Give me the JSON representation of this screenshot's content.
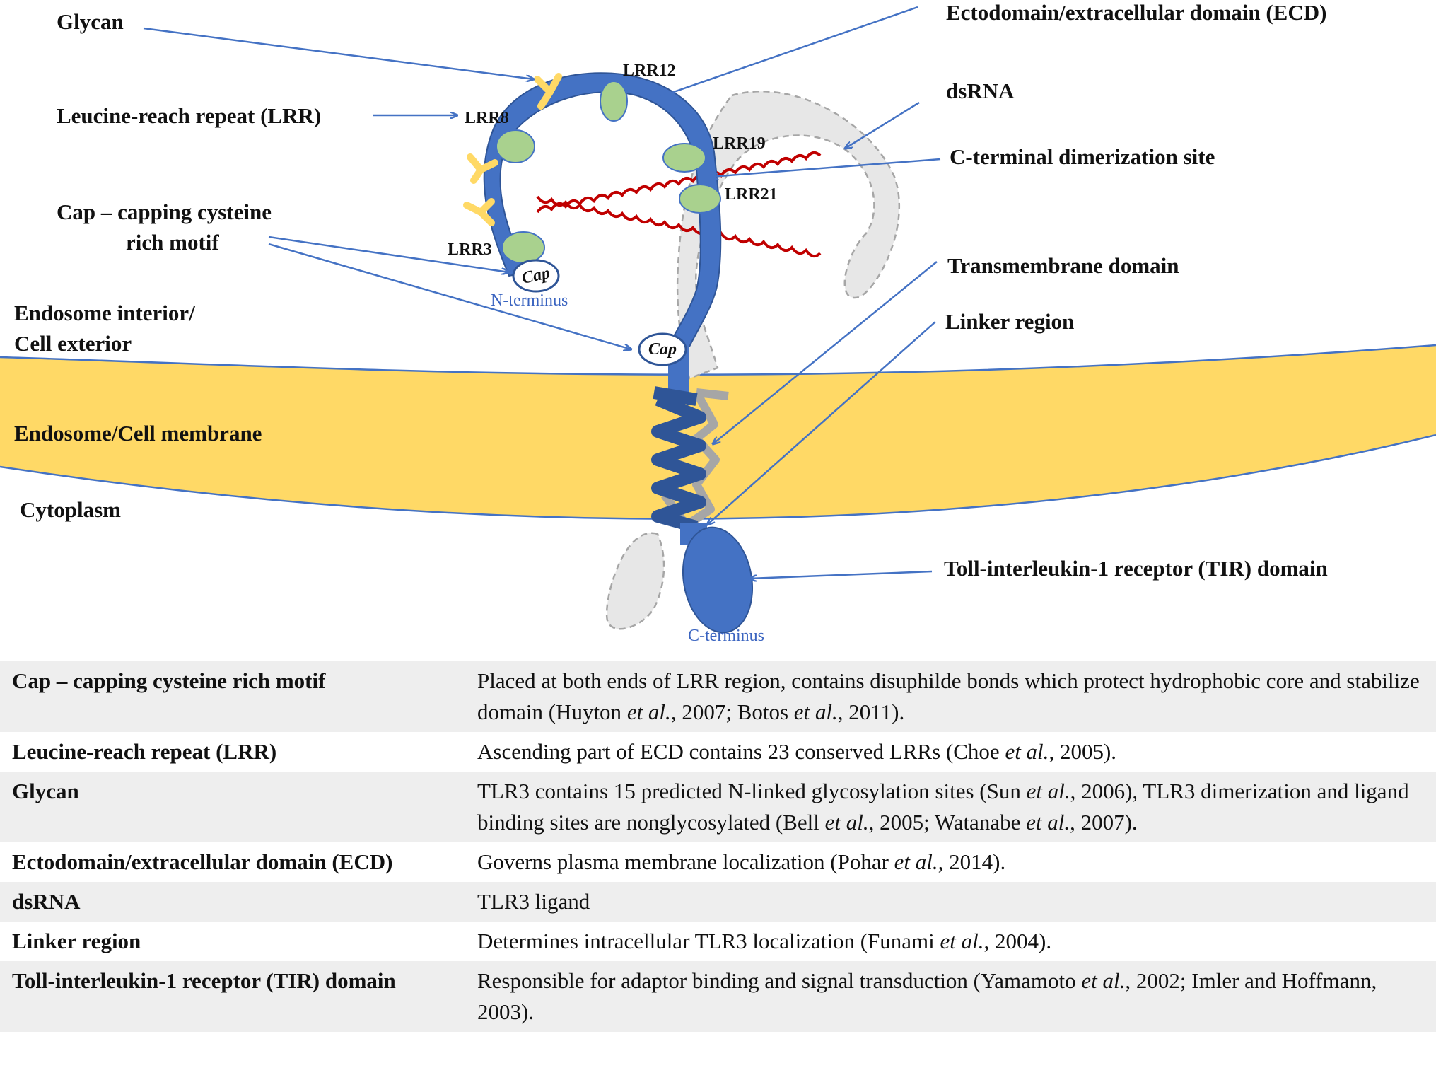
{
  "labels": {
    "glycan": "Glycan",
    "lrr": "Leucine-reach repeat (LRR)",
    "cap_line1": "Cap – capping cysteine",
    "cap_line2": "rich motif",
    "interior_line1": "Endosome interior/",
    "interior_line2": "Cell exterior",
    "membrane": "Endosome/Cell membrane",
    "cytoplasm": "Cytoplasm",
    "ecd": "Ectodomain/extracellular domain (ECD)",
    "dsrna": "dsRNA",
    "cterm_dimer": "C-terminal dimerization site",
    "transmembrane": "Transmembrane domain",
    "linker": "Linker region",
    "tir": "Toll-interleukin-1 receptor (TIR) domain"
  },
  "lrr_labels": {
    "lrr12": "LRR12",
    "lrr8": "LRR8",
    "lrr19": "LRR19",
    "lrr21": "LRR21",
    "lrr3": "LRR3"
  },
  "cap_text": "Cap",
  "n_terminus": "N-terminus",
  "c_terminus": "C-terminus",
  "colors": {
    "receptor": "#4472c4",
    "lrr": "#a9d18e",
    "glycan": "#ffd966",
    "membrane": "#ffd966",
    "dsrna": "#c00000",
    "ghost": "#e7e7e7",
    "arrow": "#4472c4"
  },
  "legend": [
    {
      "term": "Cap – capping cysteine rich motif",
      "desc": [
        {
          "t": "Placed at both ends of LRR region, contains disuphilde bonds which protect hydrophobic core and stabilize domain (Huyton "
        },
        {
          "t": "et al.",
          "i": true
        },
        {
          "t": ", 2007; Botos "
        },
        {
          "t": "et al.",
          "i": true
        },
        {
          "t": ", 2011)."
        }
      ]
    },
    {
      "term": "Leucine-reach repeat (LRR)",
      "desc": [
        {
          "t": "Ascending part of ECD contains 23 conserved LRRs (Choe "
        },
        {
          "t": "et al.",
          "i": true
        },
        {
          "t": ", 2005)."
        }
      ]
    },
    {
      "term": "Glycan",
      "desc": [
        {
          "t": "TLR3 contains 15 predicted N-linked glycosylation sites (Sun "
        },
        {
          "t": "et al.",
          "i": true
        },
        {
          "t": ", 2006), TLR3 dimerization and ligand binding sites are nonglycosylated (Bell "
        },
        {
          "t": "et al.",
          "i": true
        },
        {
          "t": ", 2005; Watanabe "
        },
        {
          "t": "et al.",
          "i": true
        },
        {
          "t": ", 2007)."
        }
      ]
    },
    {
      "term": "Ectodomain/extracellular domain (ECD)",
      "desc": [
        {
          "t": "Governs plasma membrane localization (Pohar "
        },
        {
          "t": "et al.",
          "i": true
        },
        {
          "t": ", 2014)."
        }
      ]
    },
    {
      "term": "dsRNA",
      "desc": [
        {
          "t": "TLR3 ligand"
        }
      ]
    },
    {
      "term": "Linker region",
      "desc": [
        {
          "t": "Determines intracellular TLR3 localization (Funami "
        },
        {
          "t": "et al.",
          "i": true
        },
        {
          "t": ", 2004)."
        }
      ]
    },
    {
      "term": "Toll-interleukin-1 receptor (TIR) domain",
      "desc": [
        {
          "t": "Responsible for adaptor binding and signal  transduction (Yamamoto "
        },
        {
          "t": "et al.",
          "i": true
        },
        {
          "t": ", 2002;  Imler and Hoffmann, 2003)."
        }
      ]
    }
  ]
}
